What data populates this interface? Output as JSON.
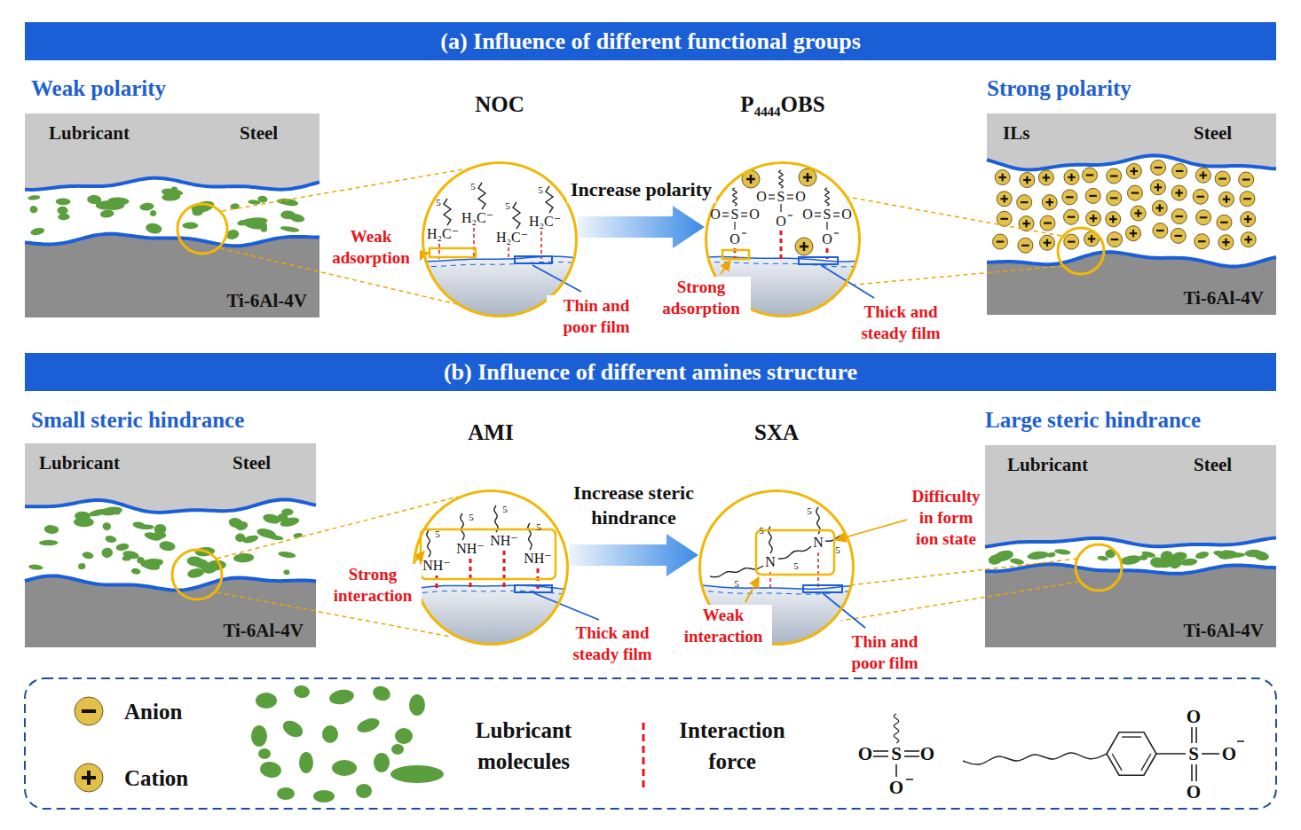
{
  "diagram": {
    "nodes": [
      {
        "text": [
          "(a) Influence of different functional groups"
        ]
      },
      {
        "text": [
          "Weak polarity",
          "Lubricant",
          "Steel",
          "Ti-6Al-4V"
        ]
      },
      {
        "text": [
          "NOC"
        ]
      },
      {
        "text": [
          "P₄₄₄₄OBS"
        ]
      },
      {
        "text": [
          "Strong polarity",
          "ILs",
          "Steel",
          "Ti-6Al-4V"
        ]
      },
      {
        "text": [
          "(b) Influence of different amines structure"
        ]
      },
      {
        "text": [
          "Small steric hindrance",
          "Lubricant",
          "Steel",
          "Ti-6Al-4V"
        ]
      },
      {
        "text": [
          "AMI"
        ]
      },
      {
        "text": [
          "SXA"
        ]
      },
      {
        "text": [
          "Large steric hindrance",
          "Lubricant",
          "Steel",
          "Ti-6Al-4V"
        ]
      }
    ],
    "edges": [
      {
        "from": 2,
        "to": 3,
        "label": "Increase polarity",
        "arrow": "to"
      },
      {
        "from": 7,
        "to": 8,
        "label": "Increase steric hindrance",
        "arrow": "to"
      }
    ],
    "labels": [
      "Weak adsorption",
      "Thin and poor film",
      "Strong adsorption",
      "Thick and steady film",
      "Strong interaction",
      "Thick and steady film",
      "Weak interaction",
      "Thin and poor film",
      "Difficulty in form ion state",
      "H₂C⁻",
      "H₂C⁻",
      "H₂C⁻",
      "H₂C⁻",
      "5",
      "5",
      "5",
      "5",
      "O",
      "S",
      "O",
      "O",
      "O",
      "S",
      "O",
      "O",
      "O",
      "S",
      "O",
      "O",
      "NH⁻",
      "NH⁻",
      "NH⁻",
      "NH⁻",
      "5",
      "5",
      "5",
      "5",
      "N",
      "N",
      "5",
      "5",
      "5",
      "5",
      "5",
      "O",
      "S",
      "O",
      "O",
      "O",
      "S",
      "O",
      "O"
    ],
    "legend": [
      {
        "text": "Anion"
      },
      {
        "text": "Cation"
      },
      {
        "text": "Lubricant molecules"
      },
      {
        "text": "Interaction force"
      }
    ]
  }
}
